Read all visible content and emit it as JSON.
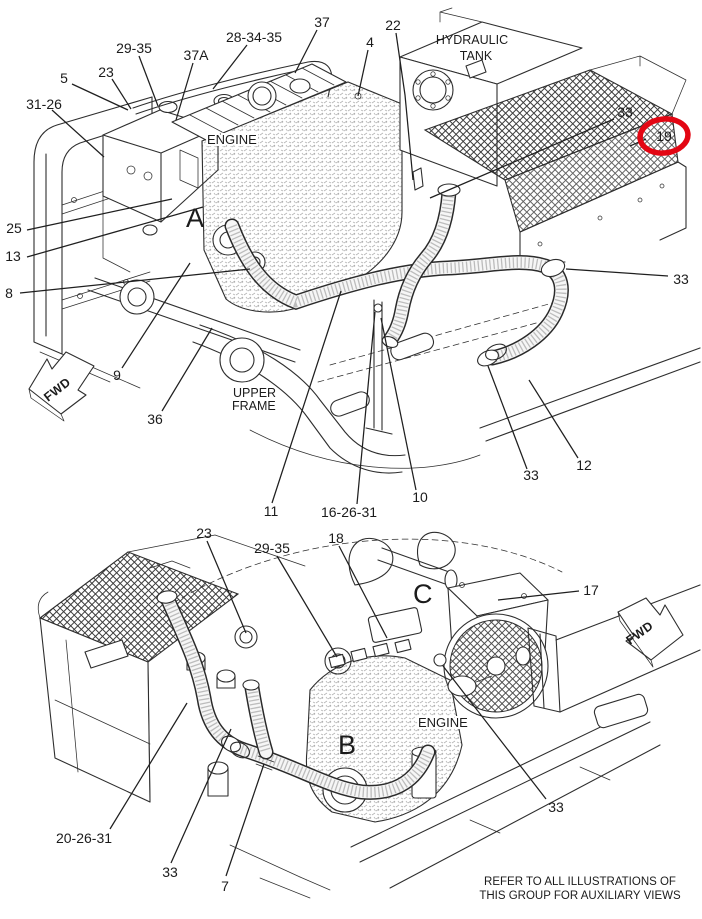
{
  "document": {
    "type": "machinery-parts-diagram",
    "footer": {
      "line1": "REFER TO ALL ILLUSTRATIONS OF",
      "line2": "THIS GROUP FOR AUXILIARY VIEWS"
    }
  },
  "highlight": {
    "circled_callout": "19",
    "color": "#e30613"
  },
  "fig_top": {
    "view_letter": "A",
    "fwd": "FWD",
    "engine": "ENGINE",
    "hydraulic_tank_line1": "HYDRAULIC",
    "hydraulic_tank_line2": "TANK",
    "upper_frame_line1": "UPPER",
    "upper_frame_line2": "FRAME",
    "callouts": {
      "n5": "5",
      "n23": "23",
      "n29_35": "29-35",
      "n37A": "37A",
      "n28_34_35": "28-34-35",
      "n37": "37",
      "n4": "4",
      "n22": "22",
      "n31_26": "31-26",
      "n25": "25",
      "n13": "13",
      "n8": "8",
      "n9": "9",
      "n36": "36",
      "n33_tank": "33",
      "n19": "19",
      "n33_mid": "33",
      "n33_hose": "33",
      "n12": "12",
      "n10": "10",
      "n16_26_31": "16-26-31",
      "n11": "11"
    }
  },
  "fig_bottom": {
    "view_letter_b": "B",
    "view_letter_c": "C",
    "fwd": "FWD",
    "engine": "ENGINE",
    "callouts": {
      "n23": "23",
      "n29_35": "29-35",
      "n18": "18",
      "n17": "17",
      "n20_26_31": "20-26-31",
      "n33_left": "33",
      "n7": "7",
      "n33_right": "33"
    }
  }
}
